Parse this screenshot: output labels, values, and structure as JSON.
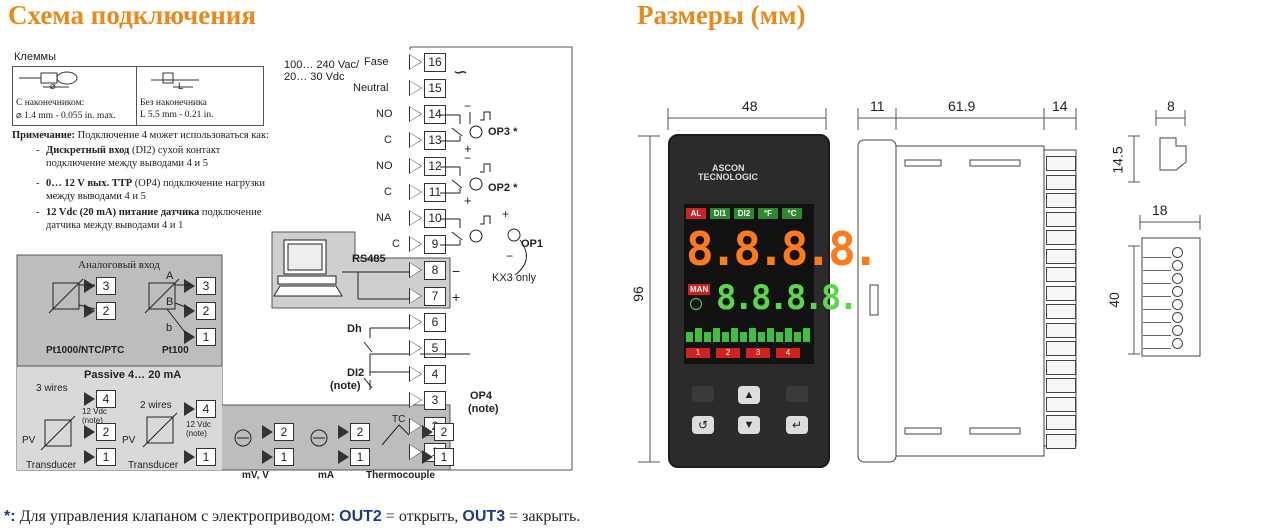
{
  "titles": {
    "wiring": "Схема подключения",
    "dimensions": "Размеры (мм)"
  },
  "terminals_box": {
    "title": "Клеммы",
    "left_caption_1": "С наконечником:",
    "left_caption_2": "⌀ 1.4 mm - 0.055 in. max.",
    "right_caption_1": "Без наконечника",
    "right_caption_2": "L 5.5 mm - 0.21 in.",
    "left_symbol": "⌀",
    "right_symbol": "L"
  },
  "note": {
    "title": "Примечание:",
    "intro": "Подключение 4 может использоваться как:",
    "items": [
      {
        "bold": "Дискретный вход",
        "rest": " (DI2) сухой контакт подключение между выводами 4 и 5"
      },
      {
        "bold": "0… 12 V вых. TTP",
        "rest": " (OP4) подключение нагрузки между выводами 4 и 5"
      },
      {
        "bold": "12 Vdc (20 mA) питание датчика",
        "rest": " подключение датчика между выводами 4 и 1"
      }
    ]
  },
  "power": {
    "label": "100… 240 Vac/\n20… 30 Vdc",
    "fase": "Fase",
    "neutral": "Neutral",
    "ac_symbol": "∽"
  },
  "terminals_right": [
    "16",
    "15",
    "14",
    "13",
    "12",
    "11",
    "10",
    "9",
    "8",
    "7",
    "6",
    "5",
    "4",
    "3",
    "2",
    "1"
  ],
  "contact_labels": {
    "no1": "NO",
    "c1": "C",
    "no2": "NO",
    "c2": "C",
    "na": "NA",
    "c3": "C"
  },
  "outputs": {
    "op3": "OP3 *",
    "op2": "OP2 *",
    "op1": "OP1",
    "kx3": "KX3 only",
    "op4": "OP4",
    "op4_note": "(note)"
  },
  "rs485": {
    "label": "RS485"
  },
  "digital": {
    "dh": "Dh",
    "di2": "DI2",
    "di2_note": "(note)"
  },
  "analog": {
    "title": "Аналоговый вход",
    "pt1000": "Pt1000/NTC/PTC",
    "pt100": "Pt100",
    "abc": [
      "A",
      "B",
      "b"
    ],
    "passive": "Passive 4… 20 mA",
    "three_wires": "3 wires",
    "two_wires": "2 wires",
    "vdc_note": "12 Vdc\n(note)",
    "transducer": "Transducer",
    "pv": "PV",
    "mv": "mV, V",
    "ma": "mA",
    "tc": "TC",
    "thermocouple": "Thermocouple",
    "term_small": [
      "3",
      "2",
      "1"
    ]
  },
  "dimensions": {
    "w48": "48",
    "h96": "96",
    "d11": "11",
    "d619": "61.9",
    "d14": "14",
    "d8": "8",
    "d145": "14.5",
    "d18": "18",
    "d40": "40"
  },
  "device": {
    "brand_line1": "ASCON",
    "brand_line2": "TECNOLOGIC",
    "leds": [
      "AL",
      "DI1",
      "DI2",
      "°F",
      "°C"
    ],
    "top_display": "8.8.8.8.",
    "man": "MAN",
    "bottom_display": "8.8.8.8.",
    "out_leds": [
      "1",
      "2",
      "3",
      "4"
    ]
  },
  "footer": {
    "star": "*:",
    "text1": " Для управления клапаном с электроприводом: ",
    "out2": "OUT2",
    "text2": " = открыть, ",
    "out3": "OUT3",
    "text3": " = закрыть."
  },
  "colors": {
    "title": "#e8891c",
    "gray_bg": "#bdbdbd",
    "light_gray": "#d9d9d9",
    "accent_blue": "#1e3a8a",
    "display_orange": "#ff7a1a",
    "display_green": "#59d94a"
  }
}
